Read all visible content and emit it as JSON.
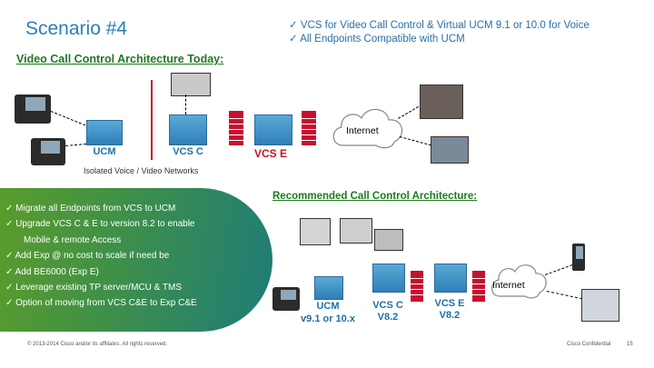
{
  "slide": {
    "title": "Scenario #4",
    "checks": [
      "✓ VCS for Video Call Control & Virtual UCM 9.1 or 10.0 for Voice",
      "✓ All Endpoints Compatible with UCM"
    ],
    "today_heading": "Video Call Control Architecture Today:",
    "isolated_caption": "Isolated Voice / Video Networks",
    "recommended_heading": "Recommended Call Control Architecture:",
    "bullets": [
      "✓ Migrate all Endpoints from VCS to UCM",
      "✓ Upgrade VCS C & E to version 8.2 to enable",
      "Mobile & remote Access",
      "✓ Add Exp @ no cost to scale if need be",
      "✓ Add BE6000 (Exp E)",
      "✓ Leverage existing TP server/MCU & TMS",
      "✓ Option of moving from VCS C&E to Exp C&E"
    ],
    "top_diagram": {
      "ucm": "UCM",
      "vcs_c": "VCS C",
      "vcs_e": "VCS E",
      "internet": "Internet"
    },
    "bottom_diagram": {
      "ucm": "UCM",
      "ucm_version": "v9.1 or 10.x",
      "vcs_c": "VCS C",
      "vcs_c_version": "V8.2",
      "vcs_e": "VCS E",
      "vcs_e_version": "V8.2",
      "internet": "Internet"
    },
    "footer_left": "© 2013-2014 Cisco and/or its affiliates. All rights reserved.",
    "footer_conf": "Cisco Confidential",
    "page_number": "15",
    "colors": {
      "title": "#2a7fb8",
      "heading_green": "#1e7a1e",
      "separator": "#c8102e"
    }
  }
}
